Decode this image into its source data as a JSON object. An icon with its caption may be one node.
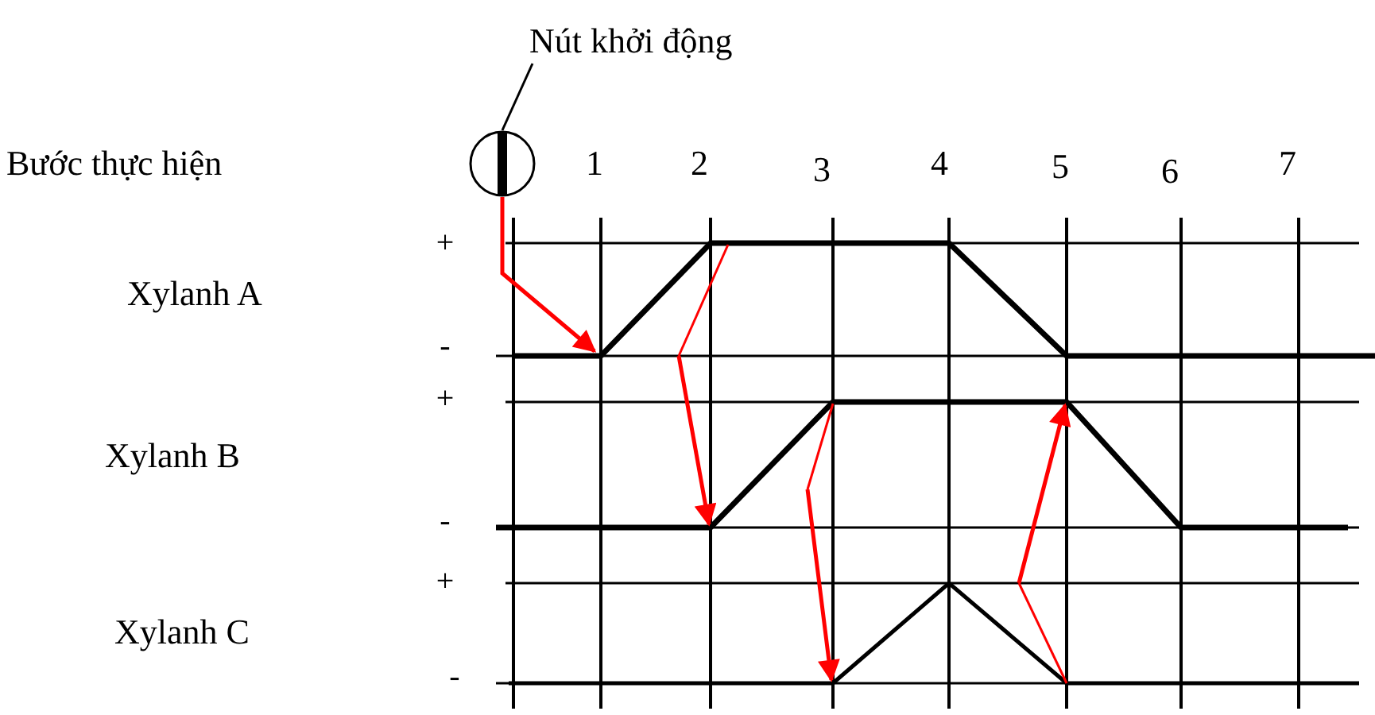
{
  "diagram": {
    "nodes": [
      {
        "text": [
          "Nút khởi động"
        ]
      },
      {
        "text": [],
        "shape": "circle"
      }
    ],
    "edges": [
      {
        "from": 0,
        "to": 1,
        "arrow": "none"
      },
      {
        "from": 1,
        "to": null,
        "arrow": "to",
        "color": "#ff0000"
      }
    ],
    "labels": [
      "Bước thực hiện",
      "1",
      "2",
      "3",
      "4",
      "5",
      "6",
      "7",
      "+",
      "Xylanh A",
      "-",
      "+",
      "Xylanh B",
      "-",
      "+",
      "Xylanh C",
      "-"
    ]
  }
}
